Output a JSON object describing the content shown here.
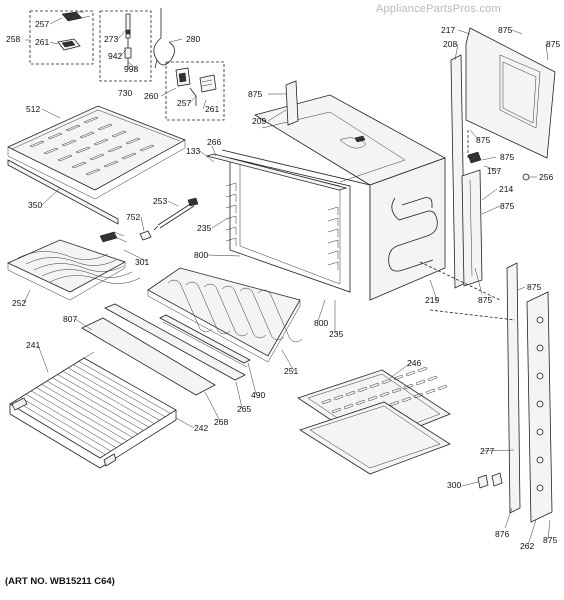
{
  "watermark": "AppliancePartsPros.com",
  "art_number": "(ART NO. WB15211 C64)",
  "callouts": {
    "c257a": "257",
    "c258": "258",
    "c261a": "261",
    "c273": "273",
    "c942": "942",
    "c998": "998",
    "c730": "730",
    "c280": "280",
    "c260": "260",
    "c257b": "257",
    "c261b": "261",
    "c875a": "875",
    "c209": "209",
    "c217": "217",
    "c875b": "875",
    "c208": "208",
    "c875c": "875",
    "c512": "512",
    "c266": "266",
    "c133": "133",
    "c875d": "875",
    "c875e": "875",
    "c157": "157",
    "c256": "256",
    "c350": "350",
    "c214": "214",
    "c875f": "875",
    "c253": "253",
    "c752": "752",
    "c235a": "235",
    "c301": "301",
    "c800a": "800",
    "c252": "252",
    "c875g": "875",
    "c219": "219",
    "c875h": "875",
    "c807": "807",
    "c800b": "800",
    "c235b": "235",
    "c241": "241",
    "c251": "251",
    "c246": "246",
    "c490": "490",
    "c265": "265",
    "c268": "268",
    "c242": "242",
    "c277": "277",
    "c300": "300",
    "c876": "876",
    "c262": "262",
    "c875i": "875"
  }
}
